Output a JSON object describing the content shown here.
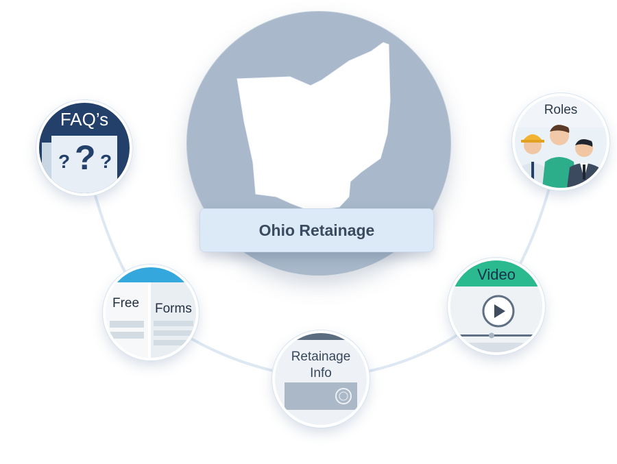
{
  "main": {
    "title": "Ohio Retainage"
  },
  "nodes": {
    "faq": {
      "label": "FAQ’s",
      "marks": "?",
      "big_mark": "?"
    },
    "free_forms": {
      "label_free": "Free",
      "label_forms": "Forms"
    },
    "retainage_info": {
      "label_line1": "Retainage",
      "label_line2": "Info"
    },
    "video": {
      "label": "Video"
    },
    "roles": {
      "label": "Roles"
    }
  },
  "colors": {
    "navy": "#23406b",
    "teal": "#2bb98f",
    "sky": "#34a7dc",
    "slate_circle": "#a9b9cb",
    "label_bg": "#dce9f7",
    "connector": "#dde8f3"
  }
}
